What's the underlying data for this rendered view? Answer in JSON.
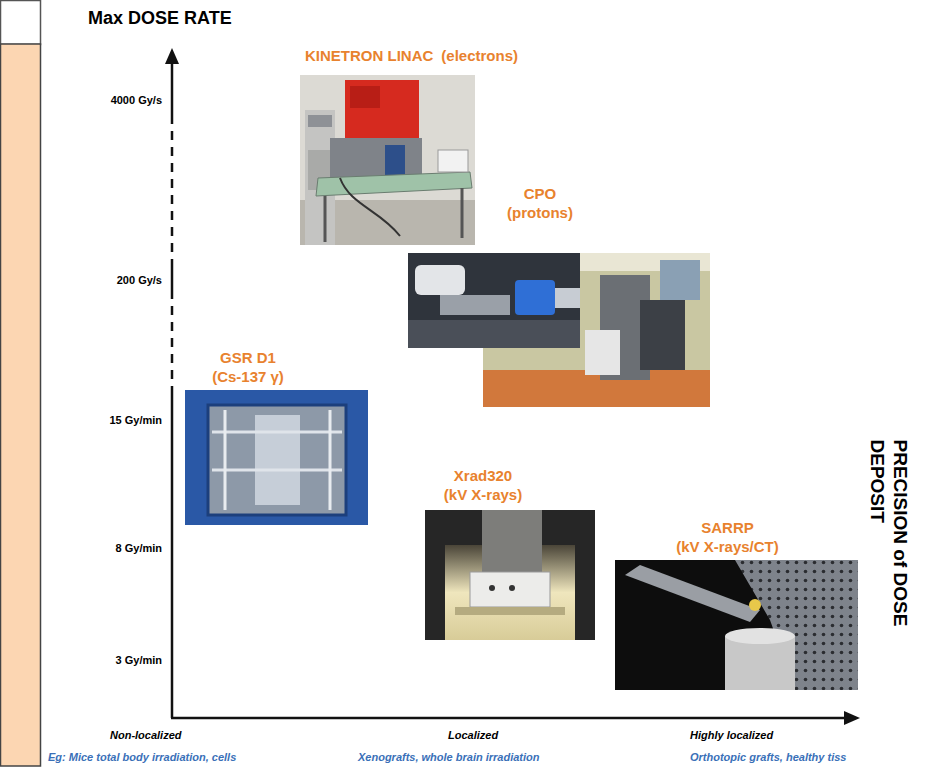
{
  "diagram": {
    "nodes": [
      {
        "text": [
          "KINETRON LINAC",
          "(electrons)"
        ]
      },
      {
        "text": [
          "CPO",
          "(protons)"
        ]
      },
      {
        "text": [
          "GSR D1",
          "(Cs-137 γ)"
        ]
      },
      {
        "text": [
          "Xrad320",
          "(kV X-rays)"
        ]
      },
      {
        "text": [
          "SARRP",
          "(kV X-rays/CT)"
        ]
      }
    ],
    "labels": [
      "Max DOSE RATE",
      "4000 Gy/s",
      "200 Gy/s",
      "15 Gy/min",
      "8 Gy/min",
      "3 Gy/min",
      "PRECISION of DOSE DEPOSIT",
      "Non-localized",
      "Localized",
      "Highly localized",
      "Eg: Mice total body irradiation, cells",
      "Xenografts, whole brain irradiation",
      "Orthotopic grafts, healthy tiss"
    ]
  }
}
